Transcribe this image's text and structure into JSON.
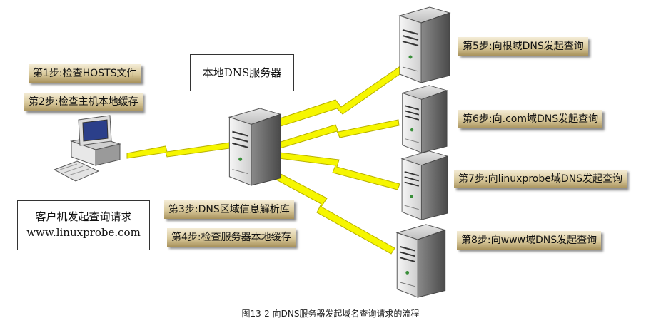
{
  "local_dns_label": "本地DNS服务器",
  "client": {
    "line1": "客户机发起查询请求",
    "line2": "www.linuxprobe.com"
  },
  "steps": {
    "s1": "第1步:检查HOSTS文件",
    "s2": "第2步:检查主机本地缓存",
    "s3": "第3步:DNS区域信息解析库",
    "s4": "第4步:检查服务器本地缓存",
    "s5": "第5步:向根域DNS发起查询",
    "s6": "第6步:向.com域DNS发起查询",
    "s7": "第7步:向linuxprobe域DNS发起查询",
    "s8": "第8步:向www域DNS发起查询"
  },
  "caption": "图13-2  向DNS服务器发起域名查询请求的流程",
  "colors": {
    "lightning": "#f6f600",
    "lightning_stroke": "#b7b000",
    "step_bg_light": "#f4ecd6",
    "step_bg_dark": "#a8925c"
  }
}
